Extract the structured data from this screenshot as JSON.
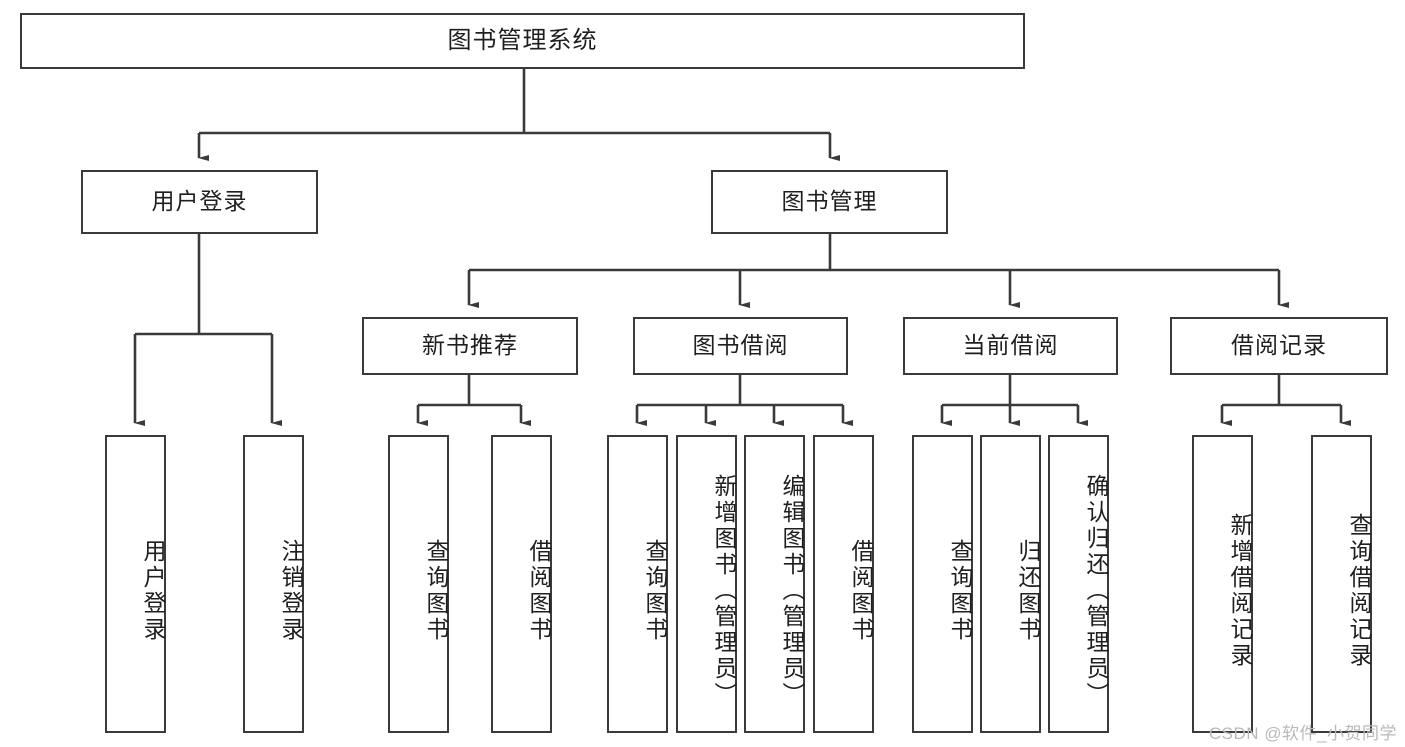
{
  "diagram": {
    "title": "图书管理系统",
    "type": "tree",
    "colors": {
      "border": "#3a3a3a",
      "background": "#ffffff",
      "text": "#1f1f1f",
      "watermark": "#b9b9b9"
    },
    "root": {
      "label": "图书管理系统"
    },
    "level2": [
      {
        "label": "用户登录"
      },
      {
        "label": "图书管理"
      }
    ],
    "level3": [
      {
        "label": "新书推荐"
      },
      {
        "label": "图书借阅"
      },
      {
        "label": "当前借阅"
      },
      {
        "label": "借阅记录"
      }
    ],
    "leaves_user_login": [
      {
        "label": "用户登录"
      },
      {
        "label": "注销登录"
      }
    ],
    "leaves_new_books": [
      {
        "label": "查询图书"
      },
      {
        "label": "借阅图书"
      }
    ],
    "leaves_borrow": [
      {
        "label": "查询图书"
      },
      {
        "label": "新增图书（管理员）"
      },
      {
        "label": "编辑图书（管理员）"
      },
      {
        "label": "借阅图书"
      }
    ],
    "leaves_current": [
      {
        "label": "查询图书"
      },
      {
        "label": "归还图书"
      },
      {
        "label": "确认归还（管理员）"
      }
    ],
    "leaves_records": [
      {
        "label": "新增借阅记录"
      },
      {
        "label": "查询借阅记录"
      }
    ]
  },
  "watermark": "CSDN @软件_小贺同学"
}
